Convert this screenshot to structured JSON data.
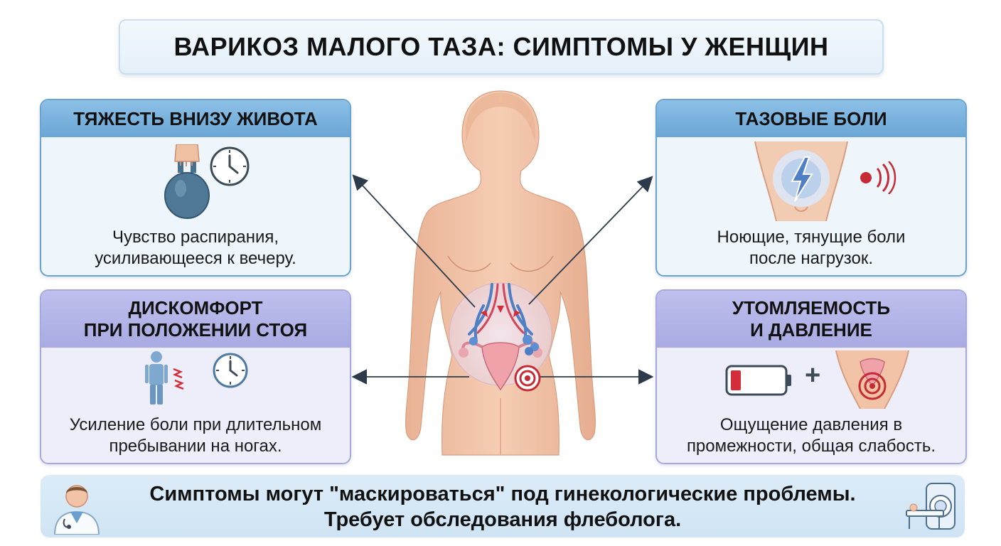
{
  "title": "ВАРИКОЗ МАЛОГО ТАЗА: СИМПТОМЫ У ЖЕНЩИН",
  "cards": {
    "heaviness": {
      "heading": "ТЯЖЕСТЬ ВНИЗУ ЖИВОТА",
      "line1": "Чувство распирания,",
      "line2": "усиливающееся к вечеру."
    },
    "pelvic_pain": {
      "heading": "ТАЗОВЫЕ БОЛИ",
      "line1": "Ноющие, тянущие боли",
      "line2": "после нагрузок."
    },
    "standing": {
      "heading_line1": "ДИСКОМФОРТ",
      "heading_line2": "ПРИ ПОЛОЖЕНИИ СТОЯ",
      "line1": "Усиление боли при длительном",
      "line2": "пребывании на ногах."
    },
    "fatigue": {
      "heading_line1": "УТОМЛЯЕМОСТЬ",
      "heading_line2": "И ДАВЛЕНИЕ",
      "line1": "Ощущение давления в",
      "line2": "промежности, общая слабость.",
      "plus": "+"
    }
  },
  "footer": {
    "line1": "Симптомы могут \"маскироваться\" под гинекологические проблемы.",
    "line2": "Требует обследования флеболога."
  },
  "icons": [
    "kettlebell-icon",
    "clock-icon",
    "lightning-icon",
    "pain-waves-icon",
    "standing-person-icon",
    "battery-low-icon",
    "pressure-target-icon",
    "doctor-icon",
    "mri-scanner-icon"
  ],
  "colors": {
    "blue_header": "#7db4de",
    "violet_header": "#b4b5e8",
    "skin": "#f2c3a6",
    "vein_blue": "#4f7fc4",
    "alert_red": "#c62a35"
  }
}
